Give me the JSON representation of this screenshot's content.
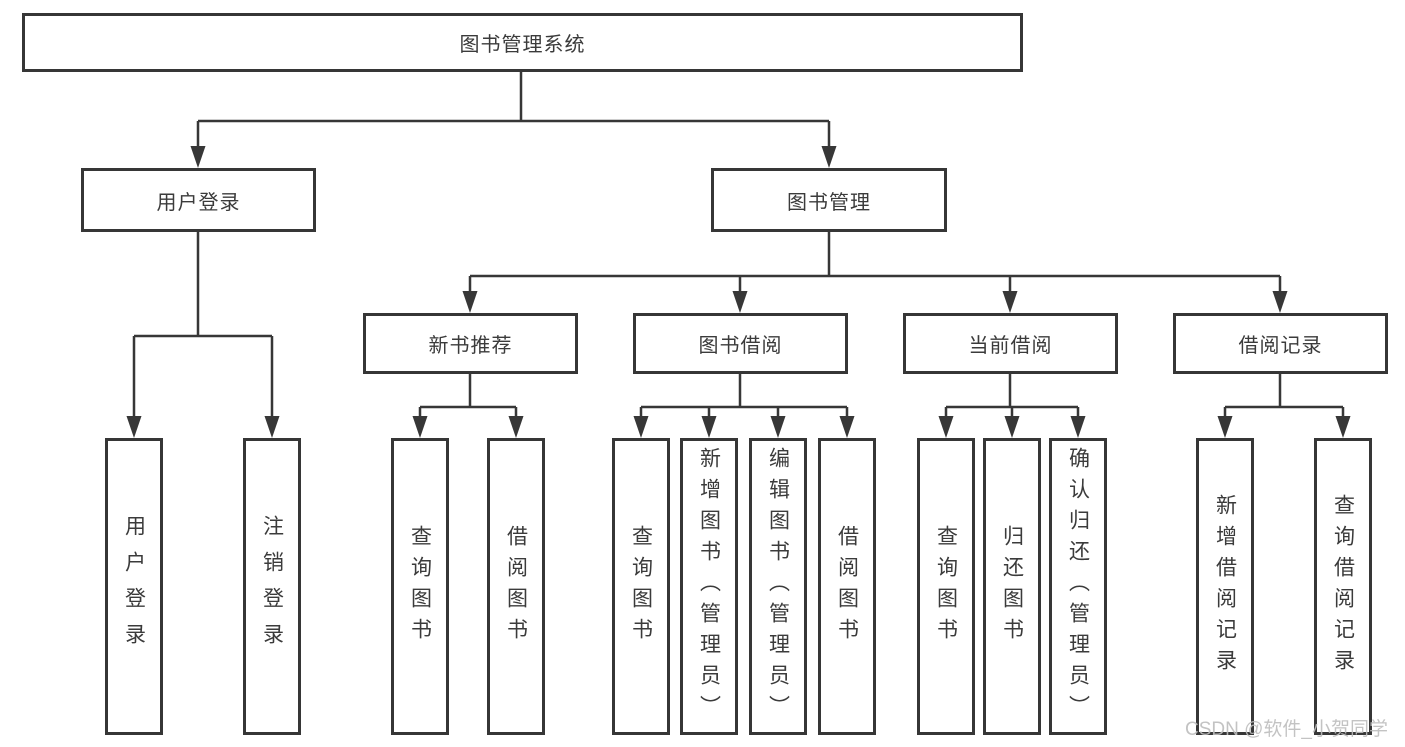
{
  "diagram": {
    "title": "图书管理系统",
    "root": {
      "label": "图书管理系统"
    },
    "level2": [
      {
        "label": "用户登录"
      },
      {
        "label": "图书管理"
      }
    ],
    "level3": [
      {
        "label": "新书推荐",
        "parent": "图书管理"
      },
      {
        "label": "图书借阅",
        "parent": "图书管理"
      },
      {
        "label": "当前借阅",
        "parent": "图书管理"
      },
      {
        "label": "借阅记录",
        "parent": "图书管理"
      }
    ],
    "leaves": [
      {
        "label": "用户登录",
        "parent": "用户登录"
      },
      {
        "label": "注销登录",
        "parent": "用户登录"
      },
      {
        "label": "查询图书",
        "parent": "新书推荐"
      },
      {
        "label": "借阅图书",
        "parent": "新书推荐"
      },
      {
        "label": "查询图书",
        "parent": "图书借阅"
      },
      {
        "label": "新增图书（管理员）",
        "parent": "图书借阅"
      },
      {
        "label": "编辑图书（管理员）",
        "parent": "图书借阅"
      },
      {
        "label": "借阅图书",
        "parent": "图书借阅"
      },
      {
        "label": "查询图书",
        "parent": "当前借阅"
      },
      {
        "label": "归还图书",
        "parent": "当前借阅"
      },
      {
        "label": "确认归还（管理员）",
        "parent": "当前借阅"
      },
      {
        "label": "新增借阅记录",
        "parent": "借阅记录"
      },
      {
        "label": "查询借阅记录",
        "parent": "借阅记录"
      }
    ]
  },
  "watermark": "CSDN @软件_小贺同学",
  "colors": {
    "line": "#373737",
    "box_border": "#363636",
    "text": "#3b3b3b",
    "watermark": "#bdbdbd",
    "background": "#ffffff"
  }
}
